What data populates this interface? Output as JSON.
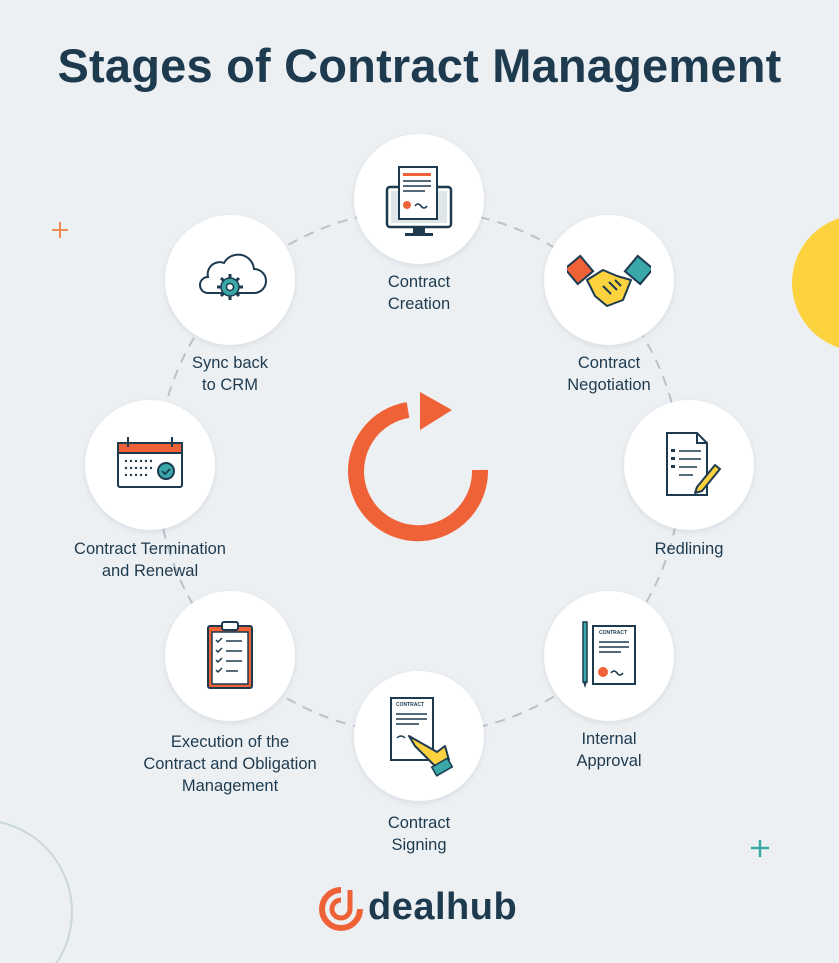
{
  "title": "Stages of Contract Management",
  "stages": [
    {
      "label": "Contract\nCreation",
      "icon": "computer-contract-icon"
    },
    {
      "label": "Contract\nNegotiation",
      "icon": "handshake-icon"
    },
    {
      "label": "Redlining",
      "icon": "document-pencil-icon"
    },
    {
      "label": "Internal\nApproval",
      "icon": "approved-contract-icon"
    },
    {
      "label": "Contract\nSigning",
      "icon": "signing-hand-icon"
    },
    {
      "label": "Execution of the\nContract and Obligation\nManagement",
      "icon": "clipboard-checklist-icon"
    },
    {
      "label": "Contract Termination\nand Renewal",
      "icon": "calendar-check-icon"
    },
    {
      "label": "Sync back\nto CRM",
      "icon": "cloud-gear-icon"
    }
  ],
  "center_icon": "cycle-arrow-icon",
  "logo": {
    "text": "dealhub",
    "icon": "dealhub-logo-icon"
  },
  "colors": {
    "accent": "#ef6136",
    "navy": "#1d3a4f",
    "teal": "#3aa7a8",
    "yellow": "#fdd23f",
    "background": "#edf0f3"
  }
}
